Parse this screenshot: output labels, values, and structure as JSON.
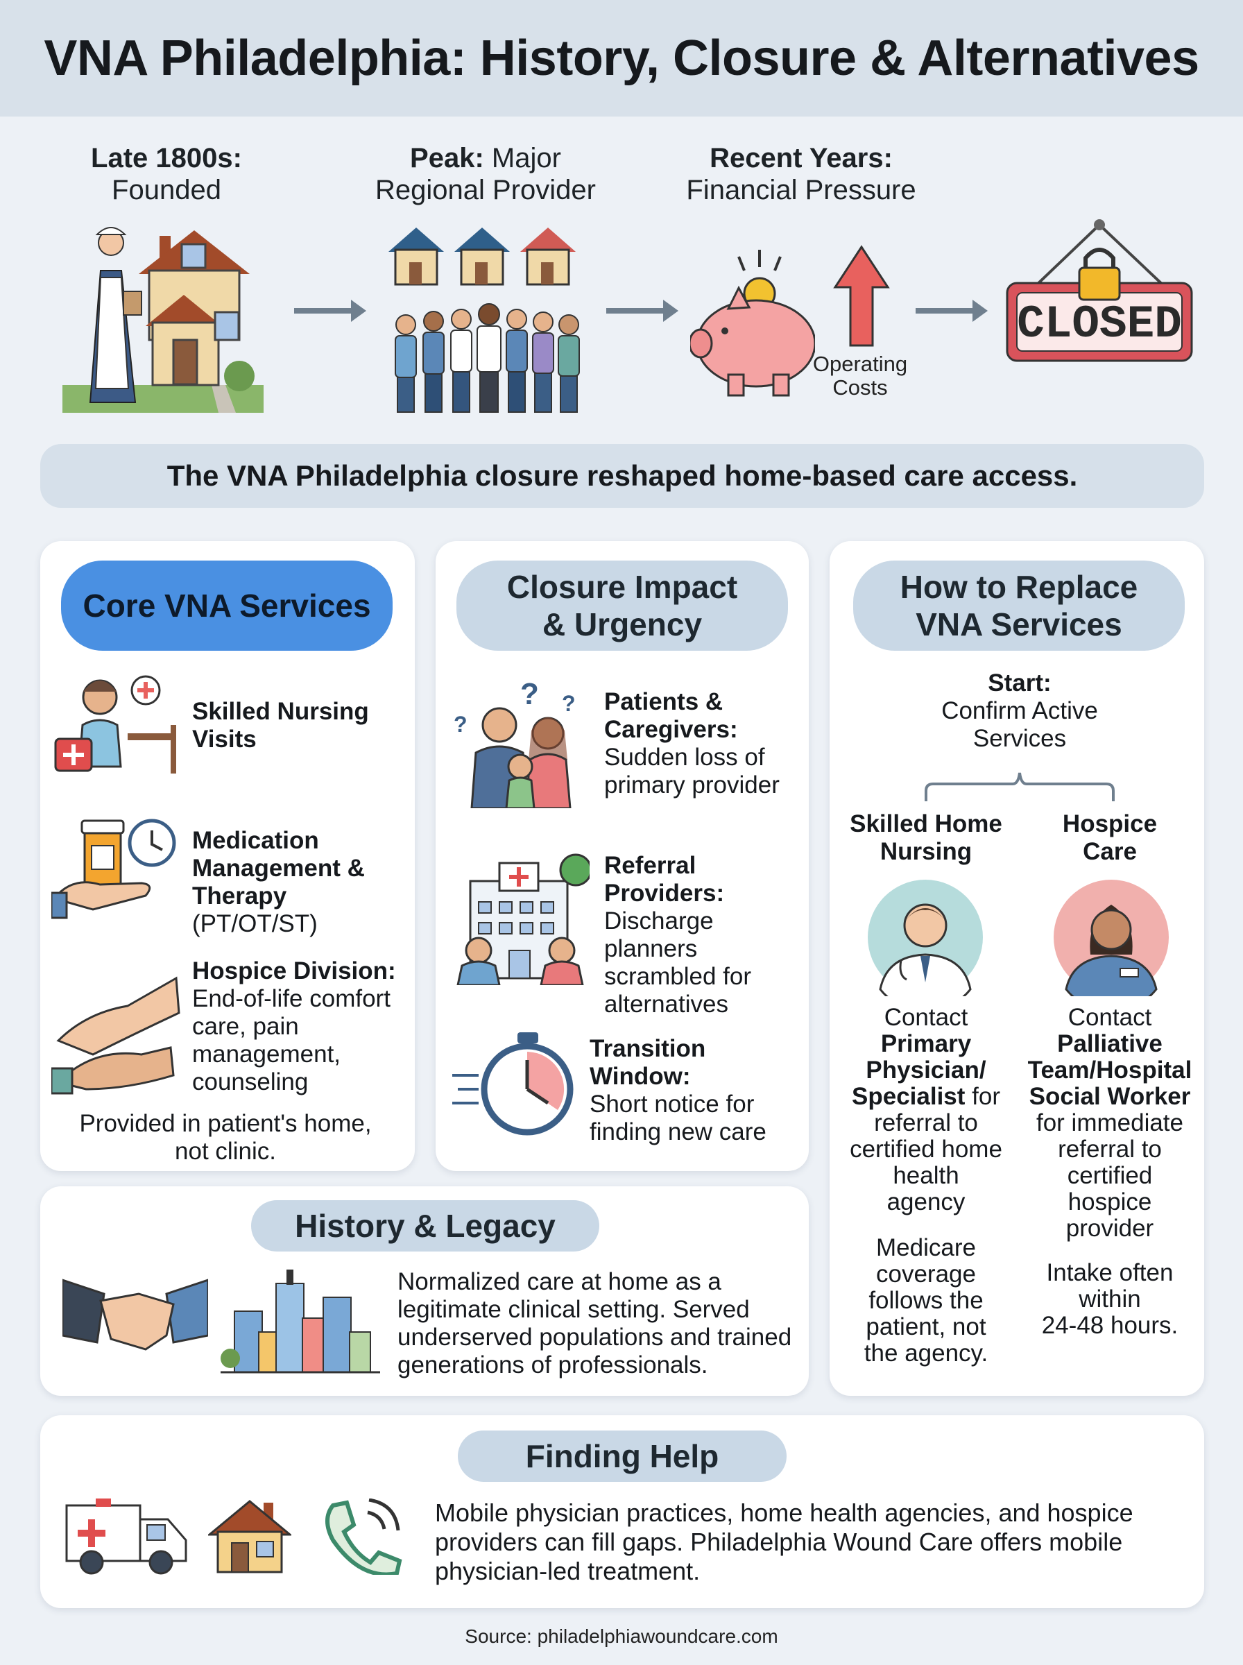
{
  "title": "VNA Philadelphia: History, Closure & Alternatives",
  "timeline": [
    {
      "bold": "Late 1800s:",
      "text": "Founded"
    },
    {
      "bold": "Peak:",
      "text": "Major",
      "text2": "Regional Provider"
    },
    {
      "bold": "Recent Years:",
      "text": "Financial Pressure"
    }
  ],
  "operating_costs": "Operating\nCosts",
  "closed_sign": "CLOSED",
  "banner": "The VNA Philadelphia closure reshaped home-based care access.",
  "core": {
    "heading": "Core VNA Services",
    "item1": "Skilled Nursing\nVisits",
    "item2_bold": "Medication\nManagement &\nTherapy",
    "item2_rest": " (PT/OT/ST)",
    "item3_bold": "Hospice Division:",
    "item3_rest": "End-of-life comfort\ncare, pain\nmanagement,\ncounseling",
    "footer": "Provided in patient's home,\nnot clinic."
  },
  "impact": {
    "heading": "Closure Impact\n& Urgency",
    "item1_bold": "Patients &\nCaregivers:",
    "item1_rest": "Sudden loss of\nprimary provider",
    "item2_bold": "Referral\nProviders:",
    "item2_rest": "Discharge planners\nscrambled for\nalternatives",
    "item3_bold": "Transition Window:",
    "item3_rest": "Short notice for\nfinding new care"
  },
  "replace": {
    "heading": "How to Replace\nVNA Services",
    "start_bold": "Start:",
    "start_rest": "Confirm Active\nServices",
    "left_title": "Skilled Home\nNursing",
    "right_title": "Hospice\nCare",
    "left_pre": "Contact",
    "left_bold": "Primary\nPhysician/\nSpecialist",
    "left_post": " for\nreferral to\ncertified home\nhealth\nagency",
    "left_note": "Medicare\ncoverage\nfollows the\npatient, not\nthe agency.",
    "right_pre": "Contact",
    "right_bold": "Palliative\nTeam/Hospital\nSocial Worker",
    "right_post": "for immediate\nreferral to\ncertified\nhospice\nprovider",
    "right_note": "Intake often\nwithin\n24-48 hours."
  },
  "history": {
    "heading": "History & Legacy",
    "text": "Normalized care at home as a\nlegitimate clinical setting. Served\nunderserved populations and trained\ngenerations of professionals."
  },
  "help": {
    "heading": "Finding Help",
    "text": "Mobile physician practices, home health agencies, and hospice\nproviders can fill gaps. Philadelphia Wound Care offers mobile\nphysician-led treatment."
  },
  "source": "Source: philadelphiawoundcare.com",
  "colors": {
    "accent_blue": "#4a90e2",
    "pill": "#c9d8e6",
    "closed_red": "#d9535b",
    "header": "#d8e1ea"
  }
}
